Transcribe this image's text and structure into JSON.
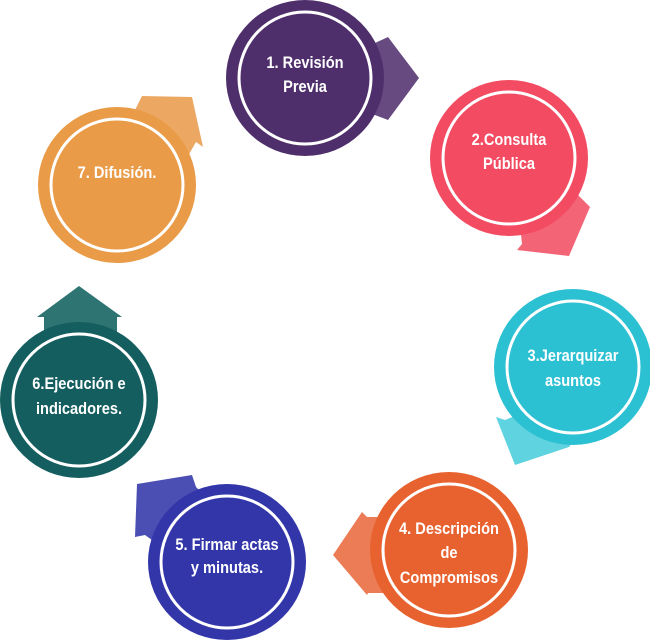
{
  "title": "Ciclo de proceso",
  "steps": [
    {
      "lines": [
        "1. Revisión",
        "Previa"
      ],
      "color": "#4f2f6b",
      "arrow_color": "#664a80"
    },
    {
      "lines": [
        "2.Consulta",
        "Pública"
      ],
      "color": "#f24b62",
      "arrow_color": "#f46477"
    },
    {
      "lines": [
        "3.Jerarquizar",
        "asuntos"
      ],
      "color": "#2cc0d3",
      "arrow_color": "#5fd3df"
    },
    {
      "lines": [
        "4. Descripción",
        "de",
        "Compromisos"
      ],
      "color": "#e86230",
      "arrow_color": "#ec7c55"
    },
    {
      "lines": [
        "5. Firmar actas",
        "y minutas."
      ],
      "color": "#3336a9",
      "arrow_color": "#4b4fb4"
    },
    {
      "lines": [
        "6.Ejecución e",
        "indicadores."
      ],
      "color": "#155e5f",
      "arrow_color": "#2e7473"
    },
    {
      "lines": [
        "7. Difusión."
      ],
      "color": "#e99b47",
      "arrow_color": "#eca862"
    }
  ]
}
